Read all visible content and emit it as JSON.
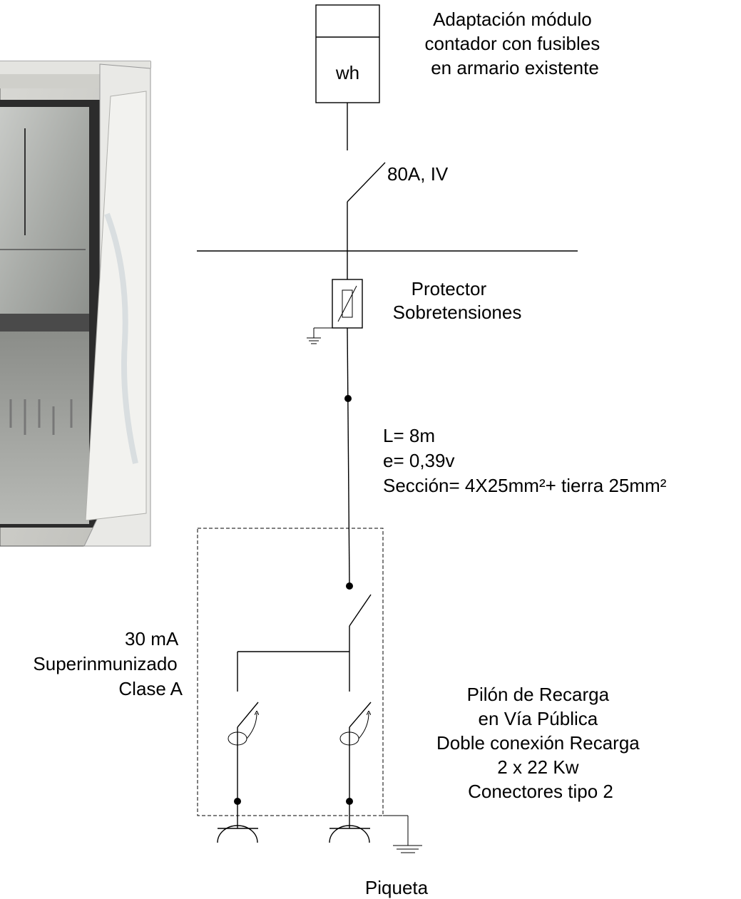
{
  "meter_label": "wh",
  "meter_caption": [
    "Adaptación módulo",
    "contador con fusibles",
    "en armario existente"
  ],
  "main_switch_label": "80A, IV",
  "surge_protector_label": [
    "Protector",
    "Sobretensiones"
  ],
  "cable": {
    "length": "L= 8m",
    "voltage_drop": "e= 0,39v",
    "section": "Sección= 4X25mm²+ tierra 25mm²"
  },
  "differential_label": [
    "30 mA",
    "Superinmunizado",
    "Clase A"
  ],
  "charging_post_label": [
    "Pilón de Recarga",
    "en Vía Pública",
    "Doble conexión Recarga",
    "2 x 22 Kw",
    "Conectores tipo 2"
  ],
  "ground_label": "Piqueta",
  "colors": {
    "line": "#000000",
    "background": "#ffffff"
  }
}
